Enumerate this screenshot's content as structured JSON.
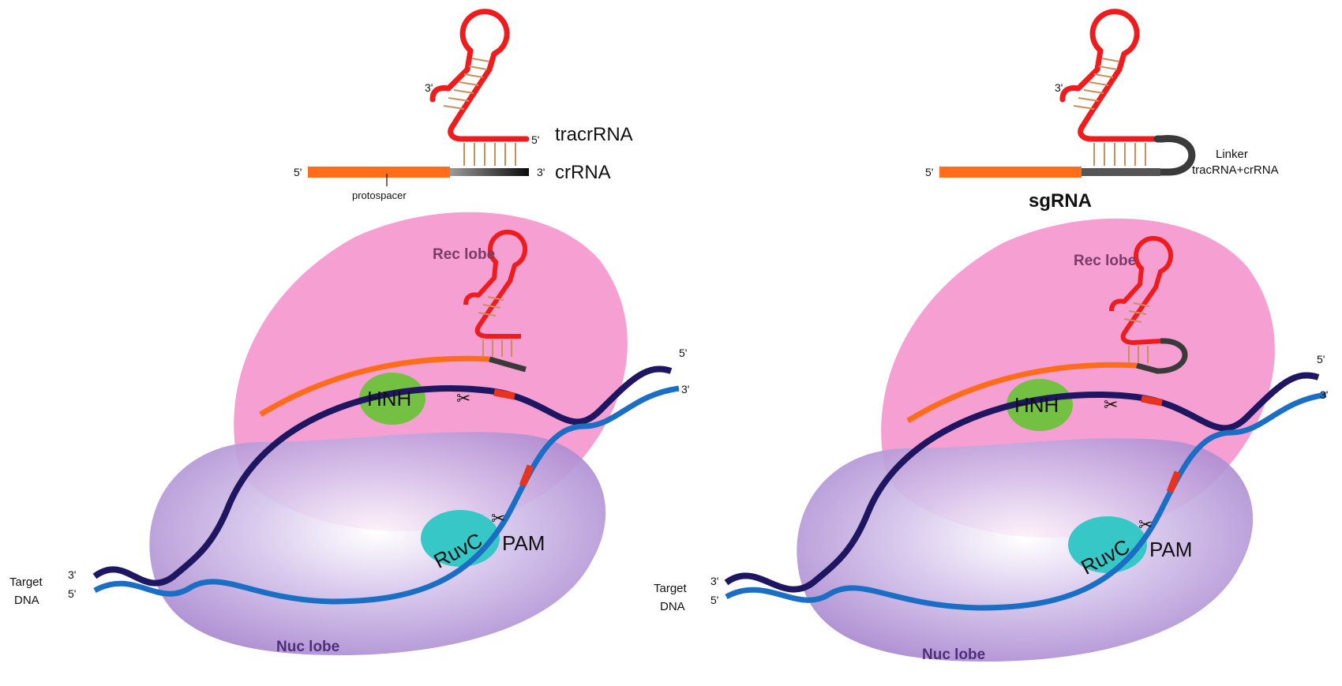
{
  "colors": {
    "rna_red": "#ee1c1c",
    "crrna_orange": "#ff6d1a",
    "linker_gray": "#3a3a3a",
    "target_strand": "#1e1660",
    "nontarget_strand": "#1a6fc4",
    "rec_lobe": "#f59ad0",
    "nuc_lobe": "#a987cf",
    "hnh_domain": "#74c043",
    "ruvc_domain": "#38c7c7",
    "pam": "#e8331f",
    "base_pairs": "#c8905a"
  },
  "left": {
    "top": {
      "tracr_three_prime": "3'",
      "tracr_five_prime": "5'",
      "tracr_label": "tracrRNA",
      "cr_five_prime": "5'",
      "cr_three_prime": "3'",
      "cr_label": "crRNA",
      "protospacer_label": "protospacer"
    },
    "complex": {
      "rec_lobe": "Rec lobe",
      "nuc_lobe": "Nuc lobe",
      "hnh": "HNH",
      "ruvc": "RuvC",
      "pam": "PAM",
      "target_line1": "Target",
      "target_line2": "DNA",
      "end_3": "3'",
      "end_5": "5'",
      "right_5": "5'",
      "right_3": "3'"
    }
  },
  "right": {
    "top": {
      "three_prime": "3'",
      "five_prime": "5'",
      "linker_line1": "Linker",
      "linker_line2": "tracRNA+crRNA",
      "sgrna_label": "sgRNA"
    },
    "complex": {
      "rec_lobe": "Rec lobe",
      "nuc_lobe": "Nuc lobe",
      "hnh": "HNH",
      "ruvc": "RuvC",
      "pam": "PAM",
      "target_line1": "Target",
      "target_line2": "DNA",
      "end_3": "3'",
      "end_5": "5'",
      "right_5": "5'",
      "right_3": "3'"
    }
  },
  "icons": [
    "scissors-icon"
  ]
}
